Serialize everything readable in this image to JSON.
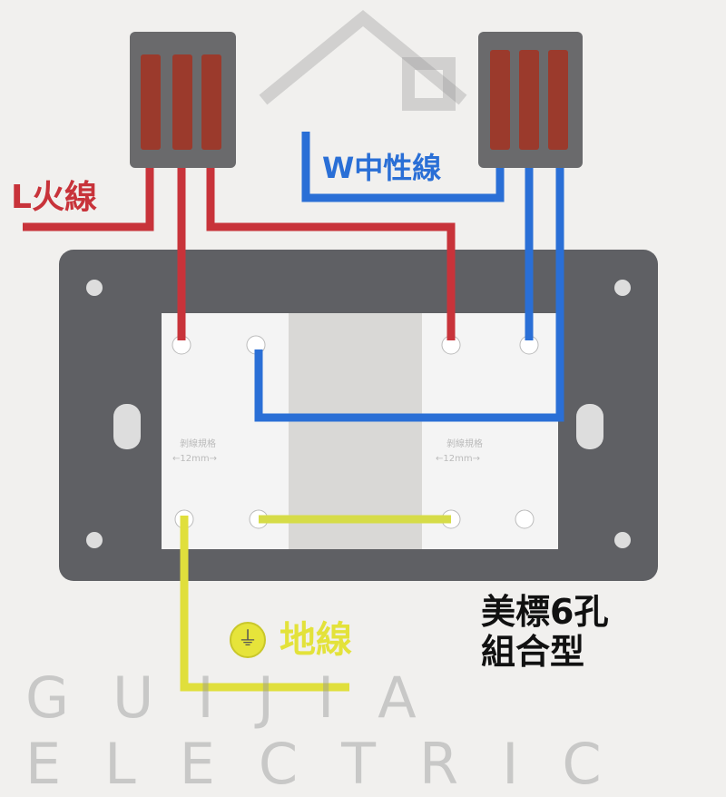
{
  "labels": {
    "live": "L火線",
    "neutral": "W中性線",
    "ground": "地線",
    "ground_symbol": "⏚",
    "type_line1": "美標6孔",
    "type_line2": "組合型"
  },
  "watermark": {
    "english": "GUIJIA ELECTRIC"
  },
  "socket_marks": {
    "strip_spec": "剝線規格",
    "strip_length": "←12mm→"
  },
  "colors": {
    "live": "#c8333a",
    "neutral": "#2a6fd6",
    "ground": "#e3e23a",
    "plate": "#5f6064"
  }
}
